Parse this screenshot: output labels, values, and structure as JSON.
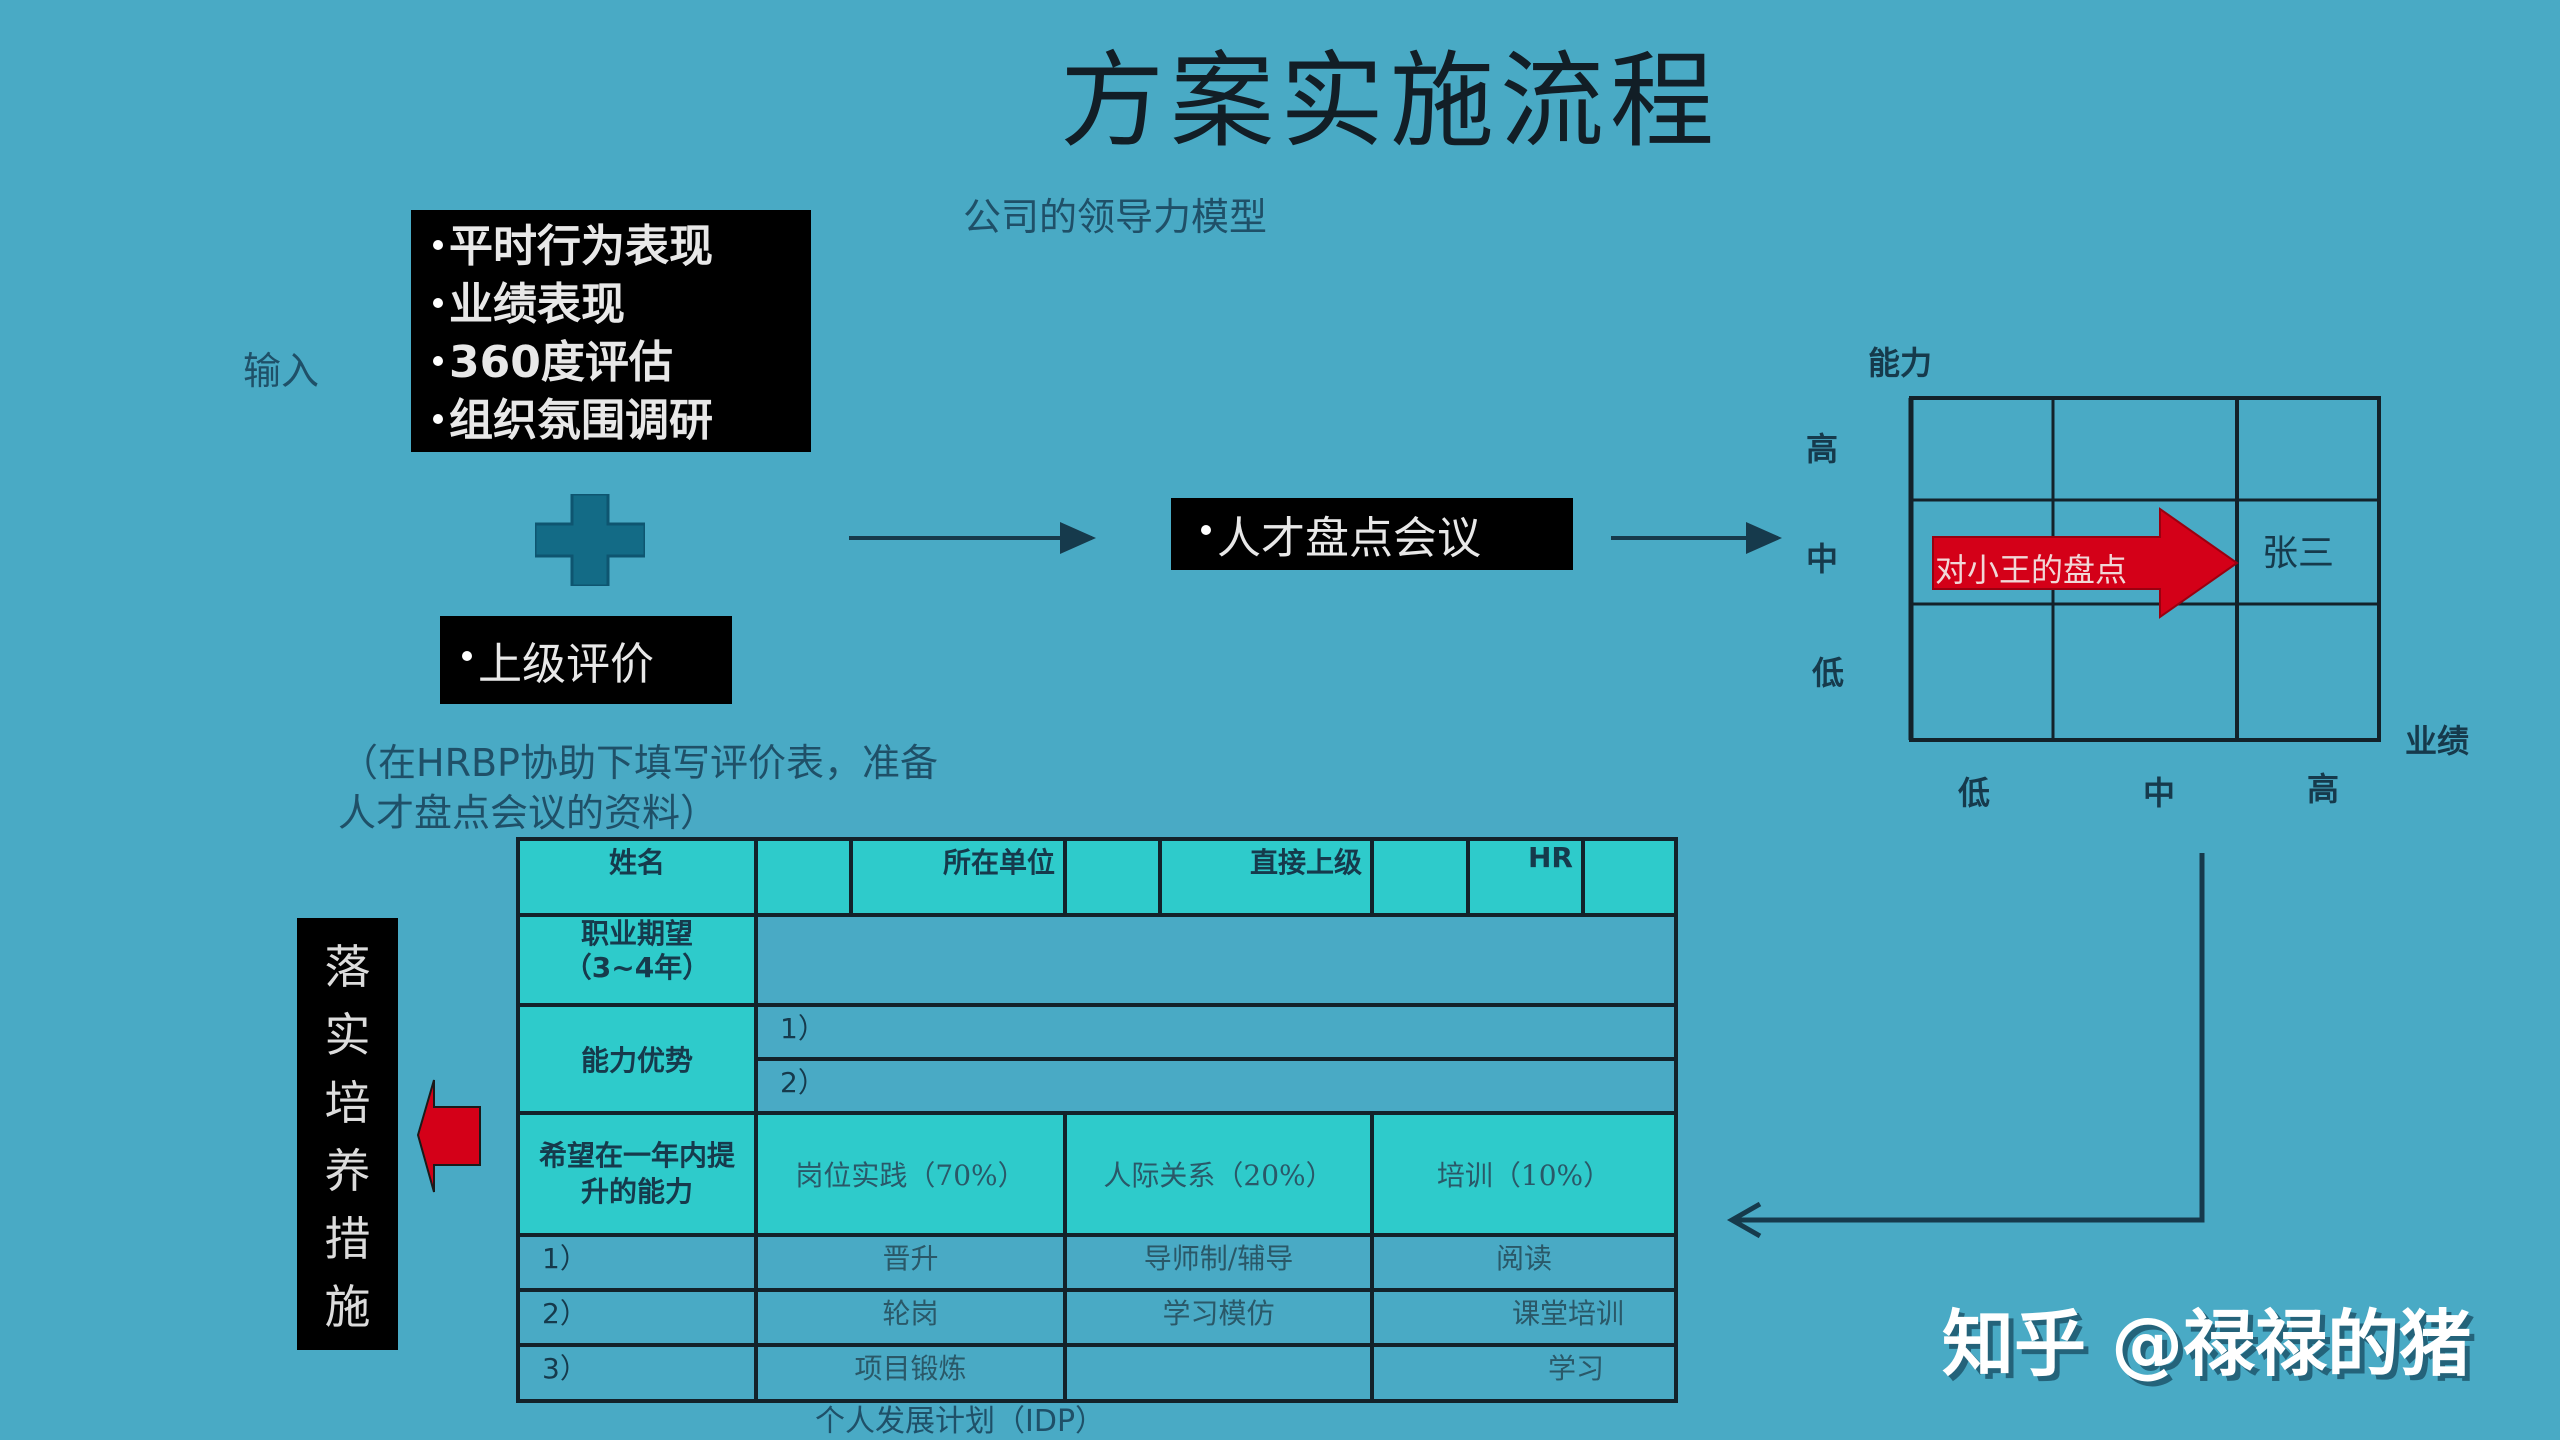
{
  "title": "方案实施流程",
  "subtitle": "公司的领导力模型",
  "input_label": "输入",
  "inputs": [
    "平时行为表现",
    "业绩表现",
    "360度评估",
    "组织氛围调研"
  ],
  "plus_icon": "plus-icon",
  "superior_review": "上级评价",
  "note_lines": [
    "（在HRBP协助下填写评价表，准备",
    "人才盘点会议的资料）"
  ],
  "meeting": "人才盘点会议",
  "nine_grid": {
    "y_axis_title": "能力",
    "x_axis_title": "业绩",
    "y_labels": [
      "高",
      "中",
      "低"
    ],
    "x_labels": [
      "低",
      "中",
      "高"
    ],
    "arrow_label": "对小王的盘点",
    "cell_name": "张三",
    "arrow_color": "#d40018"
  },
  "idp_table": {
    "header": {
      "name": "姓名",
      "unit": "所在单位",
      "supervisor": "直接上级",
      "hr": "HR"
    },
    "career_expectation": "职业期望（3~4年）",
    "strengths_label": "能力优势",
    "strengths": [
      "1）",
      "2）"
    ],
    "improve_label": "希望在一年内提升的能力",
    "methods": [
      "岗位实践（70%）",
      "人际关系（20%）",
      "培训（10%）"
    ],
    "rows": [
      {
        "idx": "1）",
        "cells": [
          "晋升",
          "导师制/辅导",
          "阅读"
        ]
      },
      {
        "idx": "2）",
        "cells": [
          "轮岗",
          "学习模仿",
          "课堂培训"
        ]
      },
      {
        "idx": "3）",
        "cells": [
          "项目锻炼",
          "",
          "学习"
        ]
      }
    ],
    "caption": "个人发展计划（IDP）"
  },
  "implement_box": [
    "落",
    "实",
    "培",
    "养",
    "措",
    "施"
  ],
  "watermark": "知乎 @禄禄的猪",
  "colors": {
    "background": "#49aac5",
    "cyan_cell": "#2ecbcb",
    "black_box": "#000000",
    "red_arrow": "#d40018",
    "plus": "#136b86"
  }
}
